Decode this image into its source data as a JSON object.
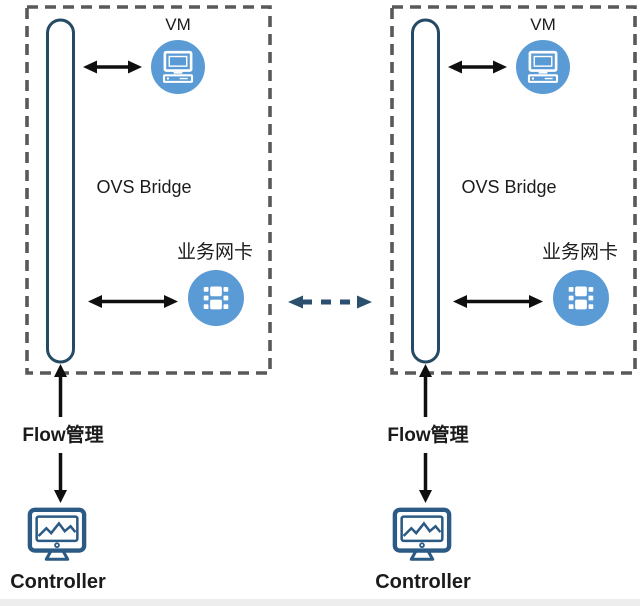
{
  "hosts": [
    {
      "vm_label": "VM",
      "bridge_label": "OVS Bridge",
      "nic_label": "业务网卡",
      "flow_label": "Flow管理",
      "controller_label": "Controller"
    },
    {
      "vm_label": "VM",
      "bridge_label": "OVS Bridge",
      "nic_label": "业务网卡",
      "flow_label": "Flow管理",
      "controller_label": "Controller"
    }
  ],
  "icons": {
    "vm": "desktop-computer-icon",
    "nic": "network-card-icon",
    "controller": "monitor-graph-icon"
  },
  "colors": {
    "circle_fill": "#5B9BD5",
    "bridge_pill_stroke": "#254A63",
    "controller_stroke": "#2B5A84",
    "dashed_box_border": "#595959",
    "link_arrow": "#0f0f0f",
    "inter_host_arrow": "#2B4F6E"
  }
}
